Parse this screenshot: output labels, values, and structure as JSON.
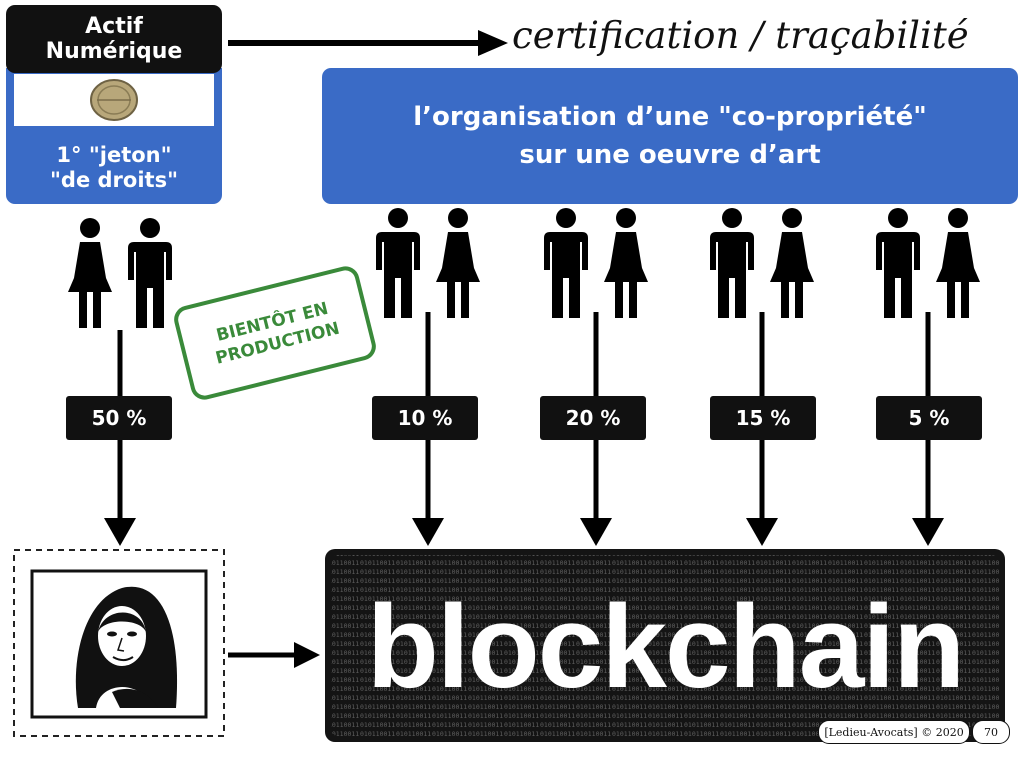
{
  "asset_title": "Actif\nNumérique",
  "token_label": "1° \"jeton\"\n\"de droits\"",
  "header_text": "certification / traçabilité",
  "blue_banner": "l’organisation d’une \"co-propriété\"\nsur une oeuvre d’art",
  "stamp_text": "BIENTÔT EN\nPRODUCTION",
  "shares": [
    {
      "label": "50 %",
      "order": "fm"
    },
    {
      "label": "10 %",
      "order": "mf"
    },
    {
      "label": "20 %",
      "order": "mf"
    },
    {
      "label": "15 %",
      "order": "mf"
    },
    {
      "label": "5 %",
      "order": "mf"
    }
  ],
  "blockchain_label": "blockchain",
  "footer_credit": "[Ledieu-Avocats] © 2020",
  "page_number": "70",
  "colors": {
    "accent_blue": "#3a6bc6",
    "stamp_green": "#3a8a3a",
    "black": "#111111"
  }
}
